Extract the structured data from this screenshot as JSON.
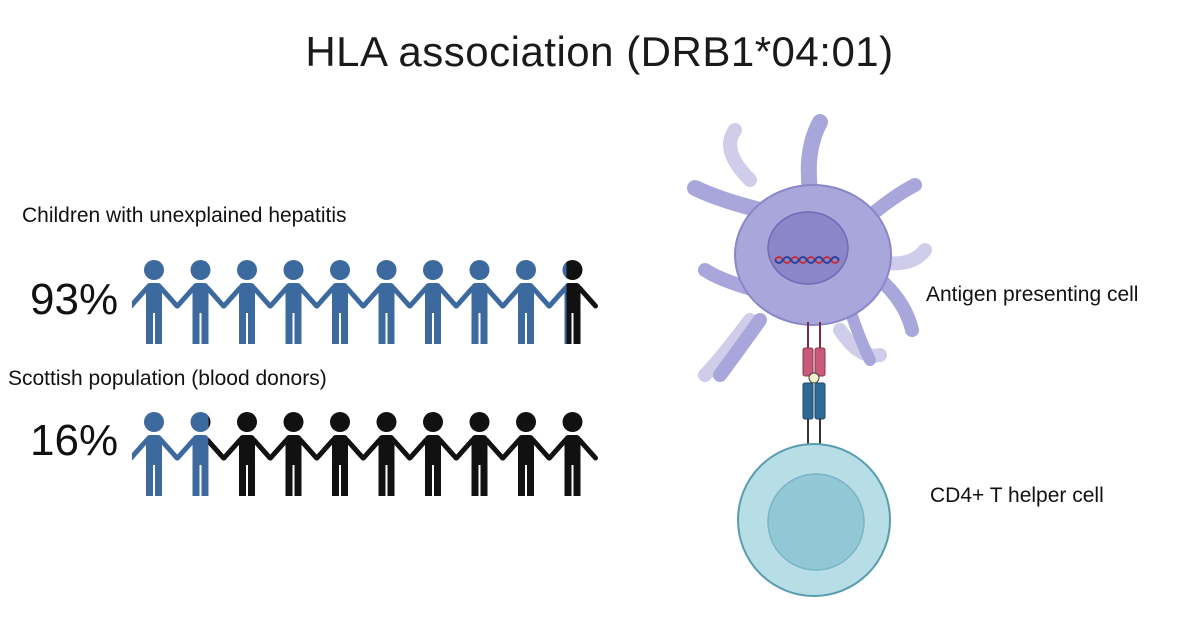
{
  "title": "HLA association (DRB1*04:01)",
  "groups": [
    {
      "label": "Children with unexplained hepatitis",
      "percent": "93%",
      "fraction_highlighted": 0.93
    },
    {
      "label": "Scottish population (blood donors)",
      "percent": "16%",
      "fraction_highlighted": 0.16
    }
  ],
  "cells": {
    "apc_label": "Antigen presenting cell",
    "tcell_label": "CD4+ T helper cell"
  },
  "colors": {
    "highlight": "#3d6a9e",
    "rest": "#111111",
    "apc_fill": "#a9a6dc",
    "apc_nucleus": "#8a86c7",
    "mhc": "#c75a78",
    "tcr": "#2f6a94",
    "tcell_outer": "#b7dde6",
    "tcell_inner": "#92c8d6"
  }
}
